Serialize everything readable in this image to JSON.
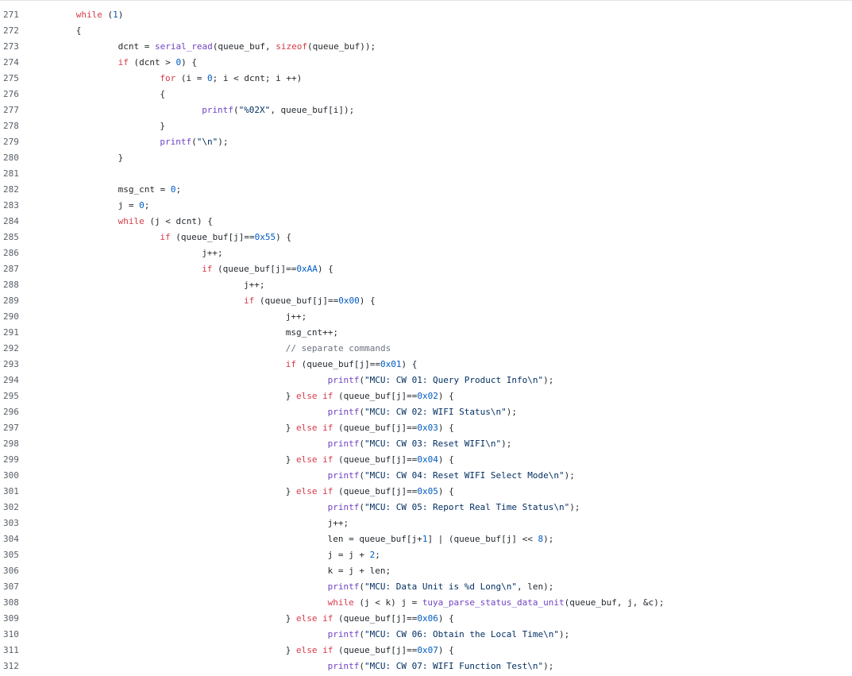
{
  "colors": {
    "keyword": "#d73a49",
    "function": "#6f42c1",
    "number": "#005cc5",
    "string": "#032f62",
    "comment": "#6a737d",
    "plain": "#24292e",
    "line_number": "#57606a"
  },
  "lines": [
    {
      "number": "271",
      "indent": 1,
      "tokens": [
        {
          "t": "kw",
          "v": "while"
        },
        {
          "t": "plain",
          "v": " ("
        },
        {
          "t": "num",
          "v": "1"
        },
        {
          "t": "plain",
          "v": ")"
        }
      ]
    },
    {
      "number": "272",
      "indent": 1,
      "tokens": [
        {
          "t": "plain",
          "v": "{"
        }
      ]
    },
    {
      "number": "273",
      "indent": 2,
      "tokens": [
        {
          "t": "plain",
          "v": "dcnt = "
        },
        {
          "t": "fn",
          "v": "serial_read"
        },
        {
          "t": "plain",
          "v": "(queue_buf, "
        },
        {
          "t": "kw",
          "v": "sizeof"
        },
        {
          "t": "plain",
          "v": "(queue_buf));"
        }
      ]
    },
    {
      "number": "274",
      "indent": 2,
      "tokens": [
        {
          "t": "kw",
          "v": "if"
        },
        {
          "t": "plain",
          "v": " (dcnt > "
        },
        {
          "t": "num",
          "v": "0"
        },
        {
          "t": "plain",
          "v": ") {"
        }
      ]
    },
    {
      "number": "275",
      "indent": 3,
      "tokens": [
        {
          "t": "kw",
          "v": "for"
        },
        {
          "t": "plain",
          "v": " (i = "
        },
        {
          "t": "num",
          "v": "0"
        },
        {
          "t": "plain",
          "v": "; i < dcnt; i ++)"
        }
      ]
    },
    {
      "number": "276",
      "indent": 3,
      "tokens": [
        {
          "t": "plain",
          "v": "{"
        }
      ]
    },
    {
      "number": "277",
      "indent": 4,
      "tokens": [
        {
          "t": "fn",
          "v": "printf"
        },
        {
          "t": "plain",
          "v": "("
        },
        {
          "t": "str",
          "v": "\"%02X\""
        },
        {
          "t": "plain",
          "v": ", queue_buf[i]);"
        }
      ]
    },
    {
      "number": "278",
      "indent": 3,
      "tokens": [
        {
          "t": "plain",
          "v": "}"
        }
      ]
    },
    {
      "number": "279",
      "indent": 3,
      "tokens": [
        {
          "t": "fn",
          "v": "printf"
        },
        {
          "t": "plain",
          "v": "("
        },
        {
          "t": "str",
          "v": "\"\\n\""
        },
        {
          "t": "plain",
          "v": ");"
        }
      ]
    },
    {
      "number": "280",
      "indent": 2,
      "tokens": [
        {
          "t": "plain",
          "v": "}"
        }
      ]
    },
    {
      "number": "281",
      "indent": 0,
      "tokens": []
    },
    {
      "number": "282",
      "indent": 2,
      "tokens": [
        {
          "t": "plain",
          "v": "msg_cnt = "
        },
        {
          "t": "num",
          "v": "0"
        },
        {
          "t": "plain",
          "v": ";"
        }
      ]
    },
    {
      "number": "283",
      "indent": 2,
      "tokens": [
        {
          "t": "plain",
          "v": "j = "
        },
        {
          "t": "num",
          "v": "0"
        },
        {
          "t": "plain",
          "v": ";"
        }
      ]
    },
    {
      "number": "284",
      "indent": 2,
      "tokens": [
        {
          "t": "kw",
          "v": "while"
        },
        {
          "t": "plain",
          "v": " (j < dcnt) {"
        }
      ]
    },
    {
      "number": "285",
      "indent": 3,
      "tokens": [
        {
          "t": "kw",
          "v": "if"
        },
        {
          "t": "plain",
          "v": " (queue_buf[j]=="
        },
        {
          "t": "num",
          "v": "0x55"
        },
        {
          "t": "plain",
          "v": ") {"
        }
      ]
    },
    {
      "number": "286",
      "indent": 4,
      "tokens": [
        {
          "t": "plain",
          "v": "j++;"
        }
      ]
    },
    {
      "number": "287",
      "indent": 4,
      "tokens": [
        {
          "t": "kw",
          "v": "if"
        },
        {
          "t": "plain",
          "v": " (queue_buf[j]=="
        },
        {
          "t": "num",
          "v": "0xAA"
        },
        {
          "t": "plain",
          "v": ") {"
        }
      ]
    },
    {
      "number": "288",
      "indent": 5,
      "tokens": [
        {
          "t": "plain",
          "v": "j++;"
        }
      ]
    },
    {
      "number": "289",
      "indent": 5,
      "tokens": [
        {
          "t": "kw",
          "v": "if"
        },
        {
          "t": "plain",
          "v": " (queue_buf[j]=="
        },
        {
          "t": "num",
          "v": "0x00"
        },
        {
          "t": "plain",
          "v": ") {"
        }
      ]
    },
    {
      "number": "290",
      "indent": 6,
      "tokens": [
        {
          "t": "plain",
          "v": "j++;"
        }
      ]
    },
    {
      "number": "291",
      "indent": 6,
      "tokens": [
        {
          "t": "plain",
          "v": "msg_cnt++;"
        }
      ]
    },
    {
      "number": "292",
      "indent": 6,
      "tokens": [
        {
          "t": "com",
          "v": "// separate commands"
        }
      ]
    },
    {
      "number": "293",
      "indent": 6,
      "tokens": [
        {
          "t": "kw",
          "v": "if"
        },
        {
          "t": "plain",
          "v": " (queue_buf[j]=="
        },
        {
          "t": "num",
          "v": "0x01"
        },
        {
          "t": "plain",
          "v": ") {"
        }
      ]
    },
    {
      "number": "294",
      "indent": 7,
      "tokens": [
        {
          "t": "fn",
          "v": "printf"
        },
        {
          "t": "plain",
          "v": "("
        },
        {
          "t": "str",
          "v": "\"MCU: CW 01: Query Product Info\\n\""
        },
        {
          "t": "plain",
          "v": ");"
        }
      ]
    },
    {
      "number": "295",
      "indent": 6,
      "tokens": [
        {
          "t": "plain",
          "v": "} "
        },
        {
          "t": "kw",
          "v": "else if"
        },
        {
          "t": "plain",
          "v": " (queue_buf[j]=="
        },
        {
          "t": "num",
          "v": "0x02"
        },
        {
          "t": "plain",
          "v": ") {"
        }
      ]
    },
    {
      "number": "296",
      "indent": 7,
      "tokens": [
        {
          "t": "fn",
          "v": "printf"
        },
        {
          "t": "plain",
          "v": "("
        },
        {
          "t": "str",
          "v": "\"MCU: CW 02: WIFI Status\\n\""
        },
        {
          "t": "plain",
          "v": ");"
        }
      ]
    },
    {
      "number": "297",
      "indent": 6,
      "tokens": [
        {
          "t": "plain",
          "v": "} "
        },
        {
          "t": "kw",
          "v": "else if"
        },
        {
          "t": "plain",
          "v": " (queue_buf[j]=="
        },
        {
          "t": "num",
          "v": "0x03"
        },
        {
          "t": "plain",
          "v": ") {"
        }
      ]
    },
    {
      "number": "298",
      "indent": 7,
      "tokens": [
        {
          "t": "fn",
          "v": "printf"
        },
        {
          "t": "plain",
          "v": "("
        },
        {
          "t": "str",
          "v": "\"MCU: CW 03: Reset WIFI\\n\""
        },
        {
          "t": "plain",
          "v": ");"
        }
      ]
    },
    {
      "number": "299",
      "indent": 6,
      "tokens": [
        {
          "t": "plain",
          "v": "} "
        },
        {
          "t": "kw",
          "v": "else if"
        },
        {
          "t": "plain",
          "v": " (queue_buf[j]=="
        },
        {
          "t": "num",
          "v": "0x04"
        },
        {
          "t": "plain",
          "v": ") {"
        }
      ]
    },
    {
      "number": "300",
      "indent": 7,
      "tokens": [
        {
          "t": "fn",
          "v": "printf"
        },
        {
          "t": "plain",
          "v": "("
        },
        {
          "t": "str",
          "v": "\"MCU: CW 04: Reset WIFI Select Mode\\n\""
        },
        {
          "t": "plain",
          "v": ");"
        }
      ]
    },
    {
      "number": "301",
      "indent": 6,
      "tokens": [
        {
          "t": "plain",
          "v": "} "
        },
        {
          "t": "kw",
          "v": "else if"
        },
        {
          "t": "plain",
          "v": " (queue_buf[j]=="
        },
        {
          "t": "num",
          "v": "0x05"
        },
        {
          "t": "plain",
          "v": ") {"
        }
      ]
    },
    {
      "number": "302",
      "indent": 7,
      "tokens": [
        {
          "t": "fn",
          "v": "printf"
        },
        {
          "t": "plain",
          "v": "("
        },
        {
          "t": "str",
          "v": "\"MCU: CW 05: Report Real Time Status\\n\""
        },
        {
          "t": "plain",
          "v": ");"
        }
      ]
    },
    {
      "number": "303",
      "indent": 7,
      "tokens": [
        {
          "t": "plain",
          "v": "j++;"
        }
      ]
    },
    {
      "number": "304",
      "indent": 7,
      "tokens": [
        {
          "t": "plain",
          "v": "len = queue_buf[j+"
        },
        {
          "t": "num",
          "v": "1"
        },
        {
          "t": "plain",
          "v": "] | (queue_buf[j] << "
        },
        {
          "t": "num",
          "v": "8"
        },
        {
          "t": "plain",
          "v": ");"
        }
      ]
    },
    {
      "number": "305",
      "indent": 7,
      "tokens": [
        {
          "t": "plain",
          "v": "j = j + "
        },
        {
          "t": "num",
          "v": "2"
        },
        {
          "t": "plain",
          "v": ";"
        }
      ]
    },
    {
      "number": "306",
      "indent": 7,
      "tokens": [
        {
          "t": "plain",
          "v": "k = j + len;"
        }
      ]
    },
    {
      "number": "307",
      "indent": 7,
      "tokens": [
        {
          "t": "fn",
          "v": "printf"
        },
        {
          "t": "plain",
          "v": "("
        },
        {
          "t": "str",
          "v": "\"MCU: Data Unit is %d Long\\n\""
        },
        {
          "t": "plain",
          "v": ", len);"
        }
      ]
    },
    {
      "number": "308",
      "indent": 7,
      "tokens": [
        {
          "t": "kw",
          "v": "while"
        },
        {
          "t": "plain",
          "v": " (j < k) j = "
        },
        {
          "t": "fn",
          "v": "tuya_parse_status_data_unit"
        },
        {
          "t": "plain",
          "v": "(queue_buf, j, &c);"
        }
      ]
    },
    {
      "number": "309",
      "indent": 6,
      "tokens": [
        {
          "t": "plain",
          "v": "} "
        },
        {
          "t": "kw",
          "v": "else if"
        },
        {
          "t": "plain",
          "v": " (queue_buf[j]=="
        },
        {
          "t": "num",
          "v": "0x06"
        },
        {
          "t": "plain",
          "v": ") {"
        }
      ]
    },
    {
      "number": "310",
      "indent": 7,
      "tokens": [
        {
          "t": "fn",
          "v": "printf"
        },
        {
          "t": "plain",
          "v": "("
        },
        {
          "t": "str",
          "v": "\"MCU: CW 06: Obtain the Local Time\\n\""
        },
        {
          "t": "plain",
          "v": ");"
        }
      ]
    },
    {
      "number": "311",
      "indent": 6,
      "tokens": [
        {
          "t": "plain",
          "v": "} "
        },
        {
          "t": "kw",
          "v": "else if"
        },
        {
          "t": "plain",
          "v": " (queue_buf[j]=="
        },
        {
          "t": "num",
          "v": "0x07"
        },
        {
          "t": "plain",
          "v": ") {"
        }
      ]
    },
    {
      "number": "312",
      "indent": 7,
      "tokens": [
        {
          "t": "fn",
          "v": "printf"
        },
        {
          "t": "plain",
          "v": "("
        },
        {
          "t": "str",
          "v": "\"MCU: CW 07: WIFI Function Test\\n\""
        },
        {
          "t": "plain",
          "v": ");"
        }
      ]
    }
  ]
}
